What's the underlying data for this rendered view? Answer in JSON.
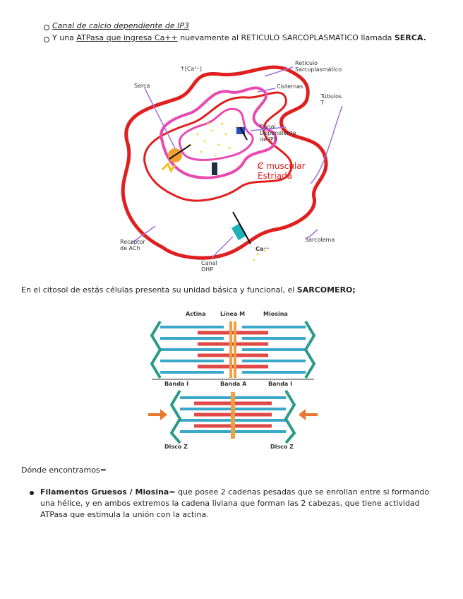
{
  "list_top": {
    "item1": "Canal de calcio dependiente de IP3",
    "item2_pre": "Y una ",
    "item2_link": "ATPasa que ingresa Ca++",
    "item2_mid": " nuevamente al RETICULO SARCOPLASMATICO llamada ",
    "item2_bold": "SERCA."
  },
  "diagram1": {
    "labels": {
      "serca": "Serca",
      "ca_up": "↑[Ca²⁺]",
      "reticulo": "Retículo Sarcoplasmático",
      "cisternas": "Cisternas",
      "tubulos": "Túbulos T",
      "canal_ip3": "Canal Dependiente de IP3",
      "celula": "Ȼ muscular Estriada",
      "receptor": "Receptor de ACh",
      "canal_dhp": "Canal DHP",
      "ca": "Ca⁺⁺",
      "sarcolema": "Sarcolema"
    },
    "colors": {
      "sarcolema": "#e02020",
      "reticulo": "#e040a0",
      "arrows": "#a070e0"
    }
  },
  "para1": {
    "text": "En el citosol de estás células presenta su unidad básica y funcional, el ",
    "bold": "SARCOMERO;"
  },
  "diagram2": {
    "labels": {
      "actina": "Actina",
      "linea_m": "Línea M",
      "miosina": "Miosina",
      "banda_i_left": "Banda I",
      "banda_a": "Banda A",
      "banda_i_right": "Banda I",
      "disco_z_left": "Disco Z",
      "disco_z_right": "Disco Z"
    },
    "colors": {
      "actin": "#3aa8c8",
      "myosin": "#e04848",
      "zline": "#2a9a8a",
      "mline": "#f0a040",
      "arrow": "#e87830"
    }
  },
  "para2": {
    "text": "Dónde encontramos="
  },
  "bullet": {
    "bold": "Filamentos Gruesos / Miosina",
    "line1": "= que posee 2 cadenas pesadas que se enrollan entre si formando",
    "line2": "una hélice, y en ambos extremos la cadena liviana que forman las 2 cabezas, que tiene actividad",
    "line3": "ATPasa que estimula la unión con la actina."
  }
}
